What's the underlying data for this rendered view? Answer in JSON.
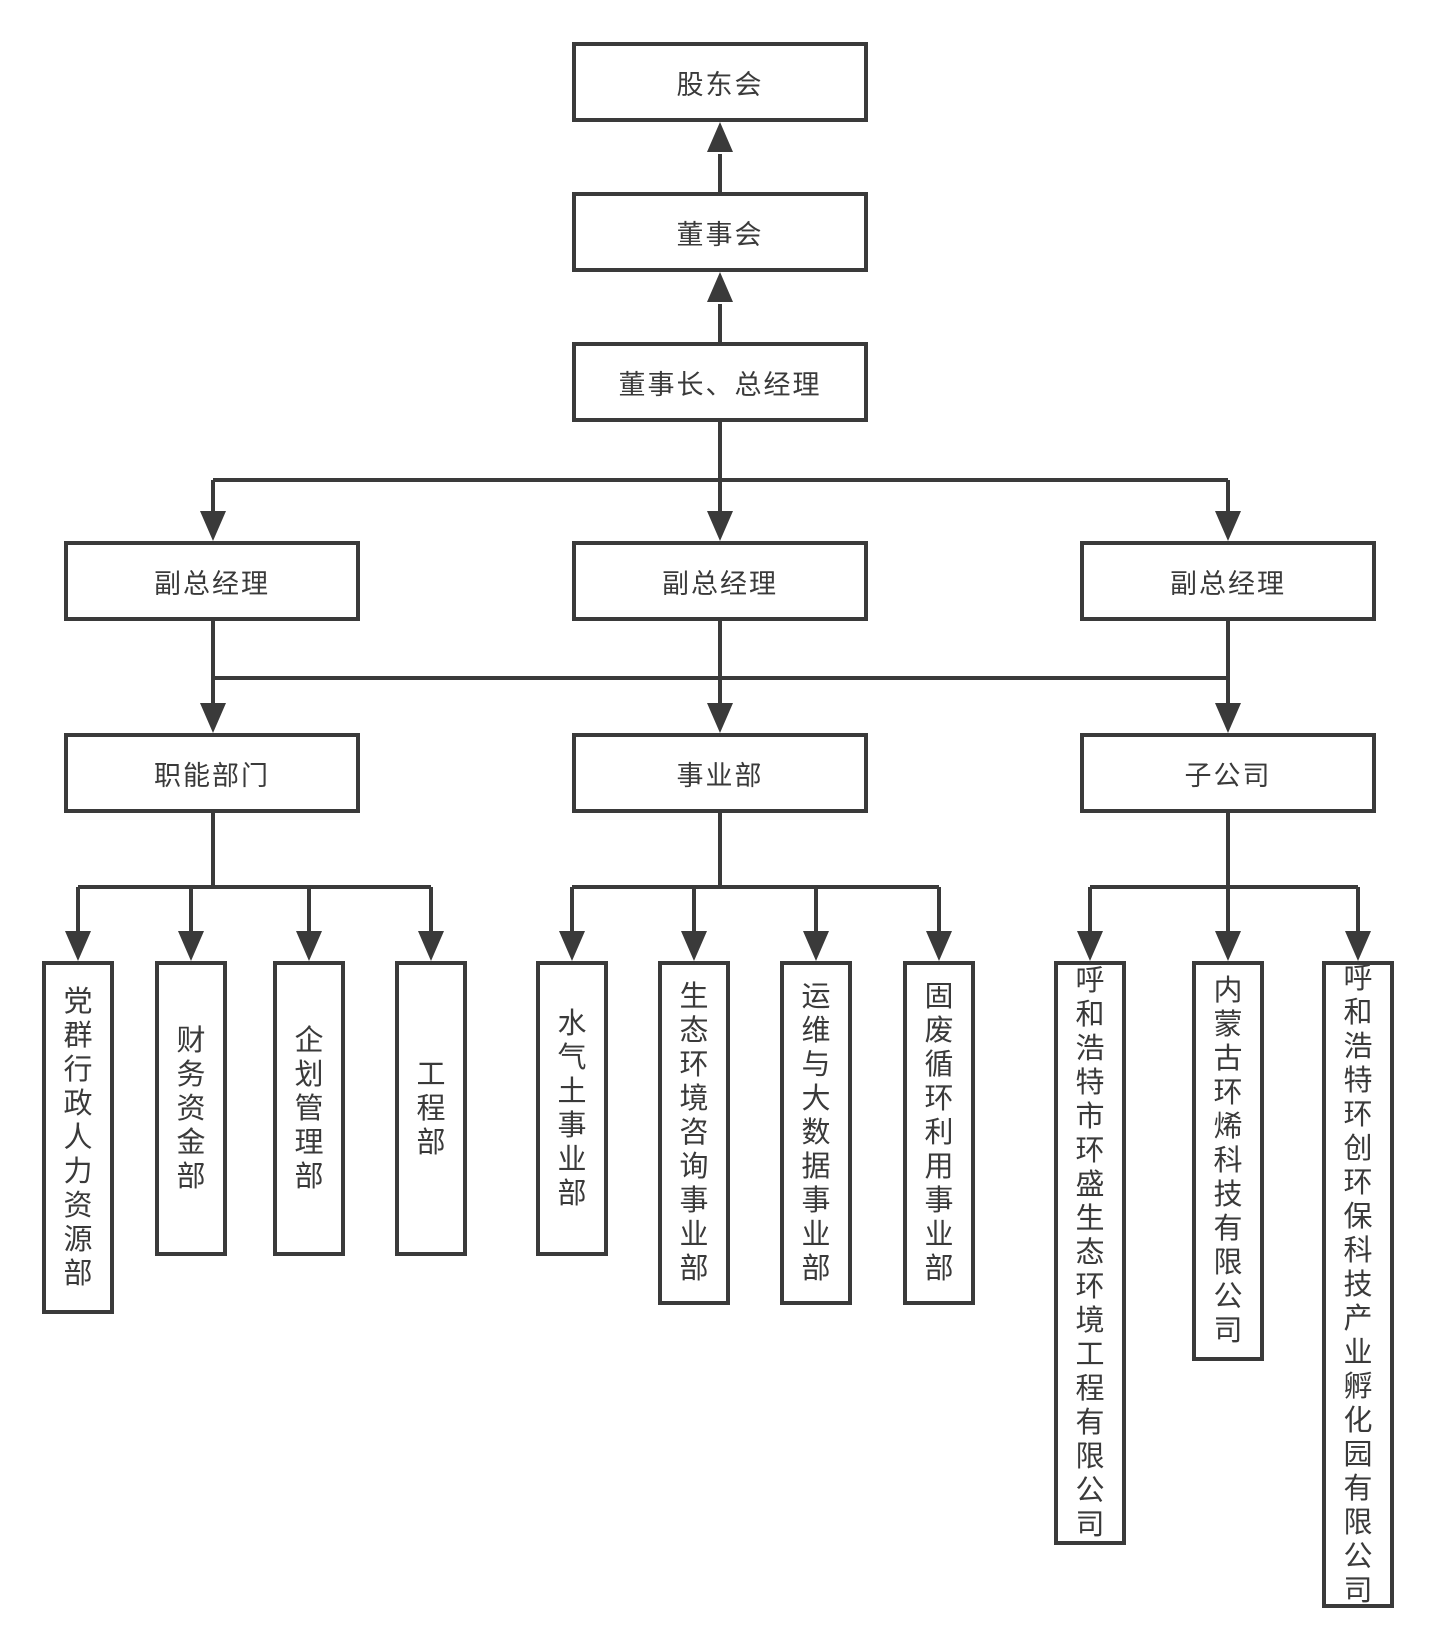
{
  "style": {
    "line_color": "#3a3a3a",
    "text_color": "#3a3a3a",
    "box_background": "#ffffff",
    "page_background": "#ffffff"
  },
  "nodes": {
    "shareholders": "股东会",
    "board": "董事会",
    "chairman_gm": "董事长、总经理",
    "vice_gm_1": "副总经理",
    "vice_gm_2": "副总经理",
    "vice_gm_3": "副总经理",
    "functional_depts": "职能部门",
    "business_division": "事业部",
    "subsidiaries": "子公司"
  },
  "functional_departments": [
    "党群行政人力资源部",
    "财务资金部",
    "企划管理部",
    "工程部"
  ],
  "business_divisions": [
    "水气土事业部",
    "生态环境咨询事业部",
    "运维与大数据事业部",
    "固废循环利用事业部"
  ],
  "subsidiary_companies": [
    "呼和浩特市环盛生态环境工程有限公司",
    "内蒙古环烯科技有限公司",
    "呼和浩特环创环保科技产业孵化园有限公司"
  ]
}
